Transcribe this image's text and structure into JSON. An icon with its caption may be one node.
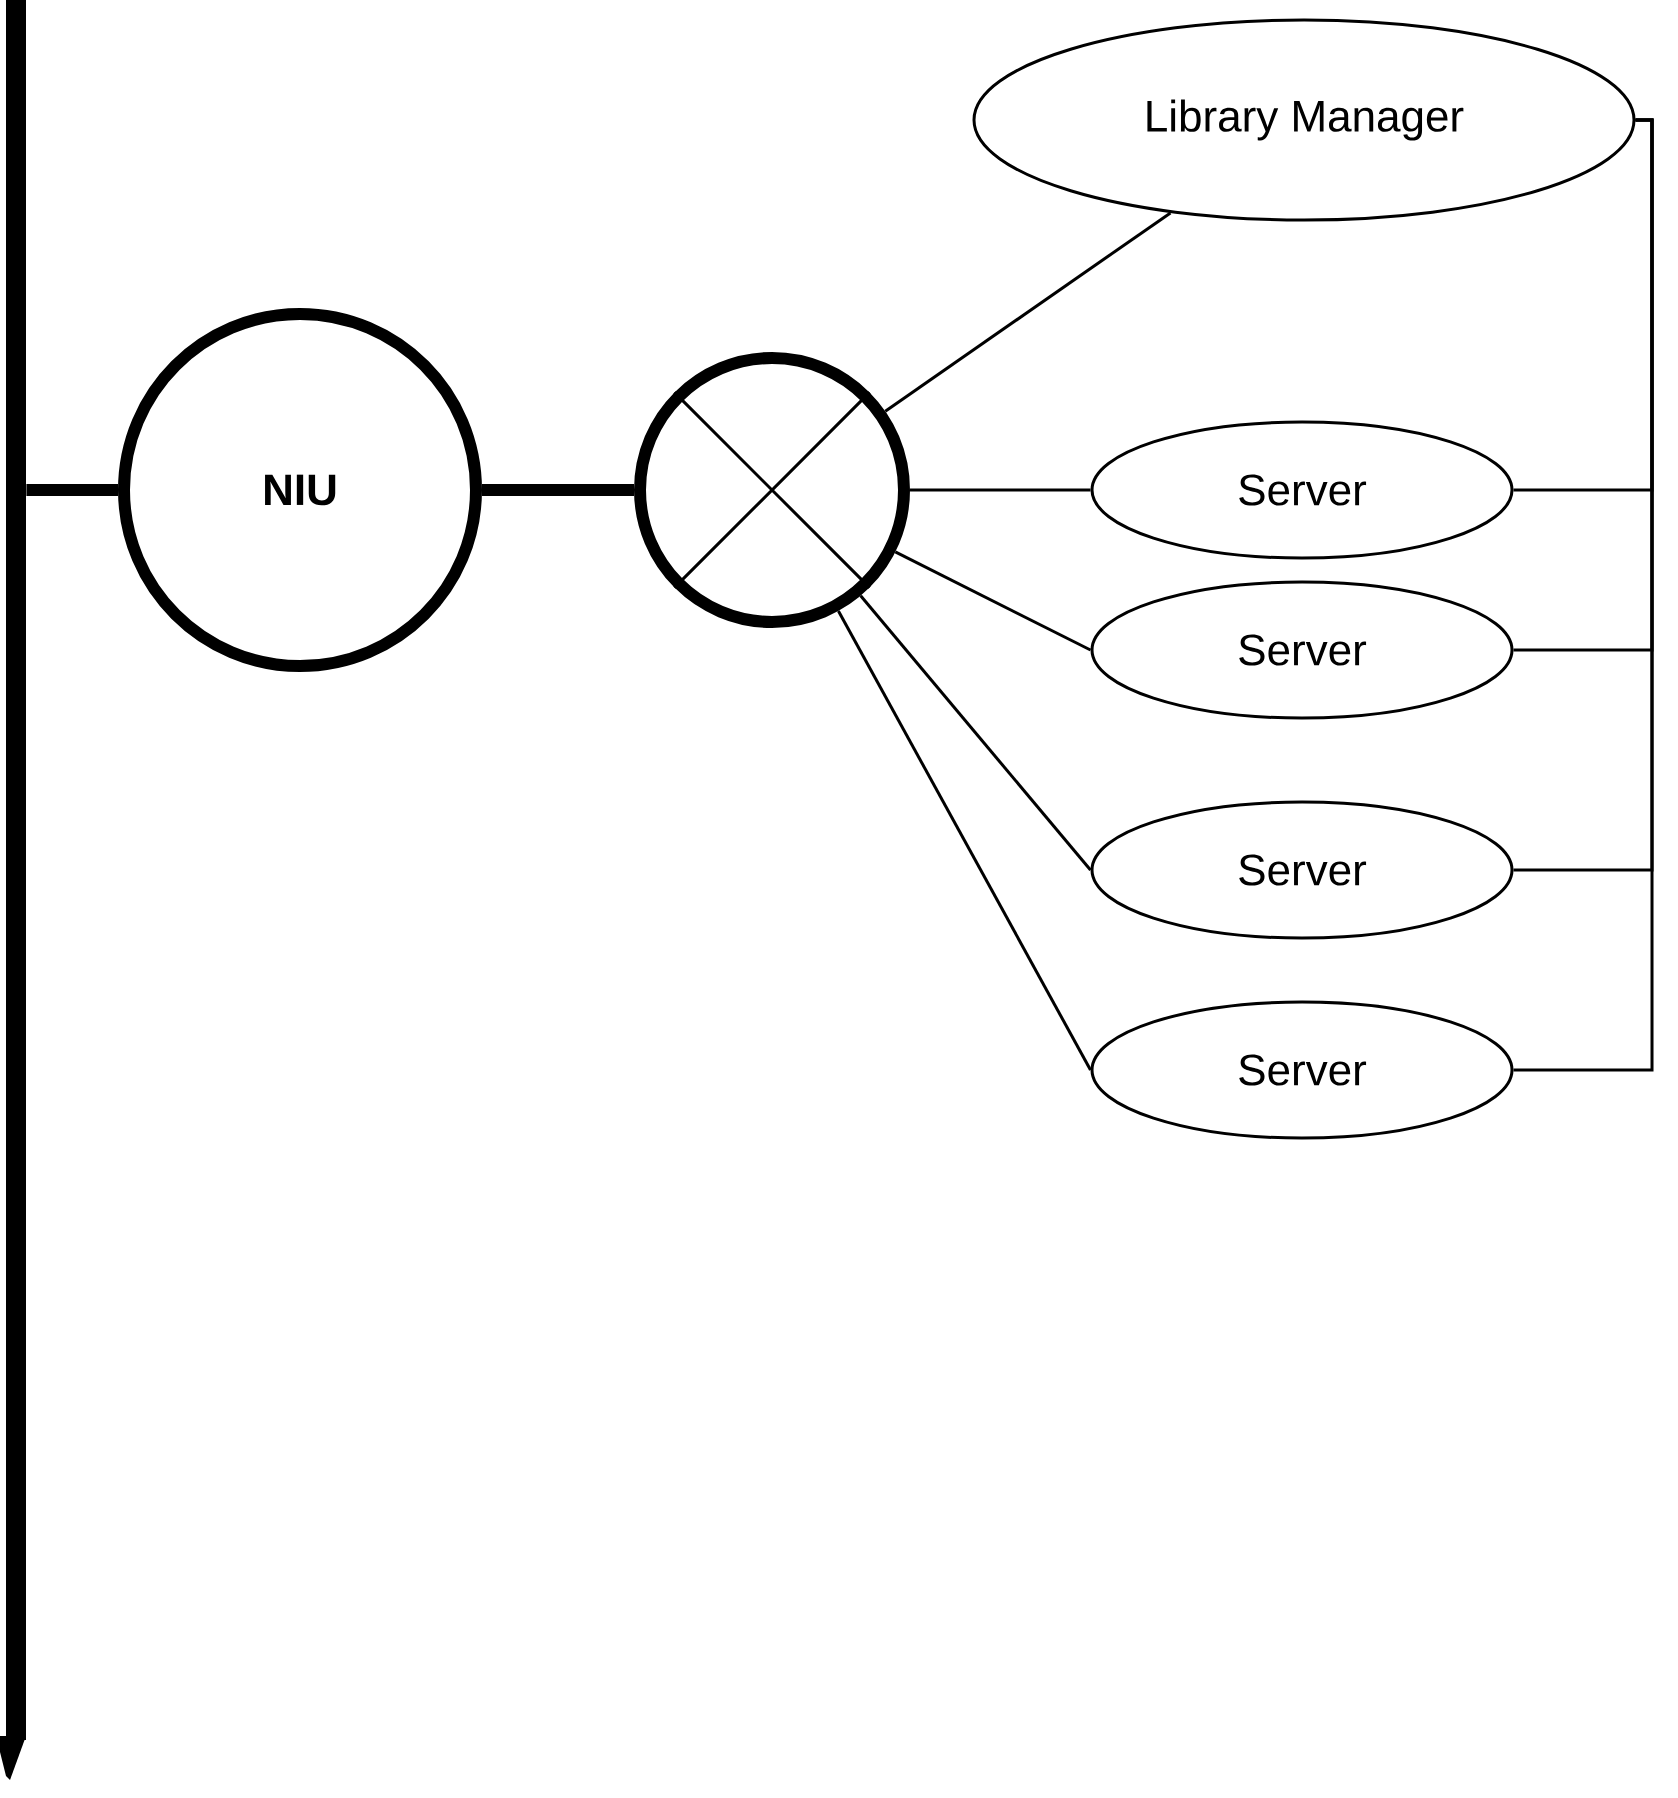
{
  "diagram": {
    "nodes": [
      {
        "text": [],
        "shape": "bar"
      },
      {
        "text": [
          "NIU"
        ]
      },
      {
        "text": [],
        "shape": "circle"
      },
      {
        "text": [
          "Library Manager"
        ]
      },
      {
        "text": [
          "Server"
        ]
      },
      {
        "text": [
          "Server"
        ]
      },
      {
        "text": [
          "Server"
        ]
      },
      {
        "text": [
          "Server"
        ]
      }
    ],
    "edges": [
      {
        "from": 0,
        "to": 1,
        "arrow": "none",
        "style": "thick"
      },
      {
        "from": 1,
        "to": 2,
        "arrow": "none",
        "style": "thick"
      },
      {
        "from": 2,
        "to": 3,
        "arrow": "none"
      },
      {
        "from": 2,
        "to": 4,
        "arrow": "none"
      },
      {
        "from": 2,
        "to": 5,
        "arrow": "none"
      },
      {
        "from": 2,
        "to": 6,
        "arrow": "none"
      },
      {
        "from": 2,
        "to": 7,
        "arrow": "none"
      },
      {
        "from": 4,
        "to": 3,
        "arrow": "none"
      },
      {
        "from": 5,
        "to": 3,
        "arrow": "none"
      },
      {
        "from": 6,
        "to": 3,
        "arrow": "none"
      },
      {
        "from": 7,
        "to": 3,
        "arrow": "none"
      }
    ]
  }
}
